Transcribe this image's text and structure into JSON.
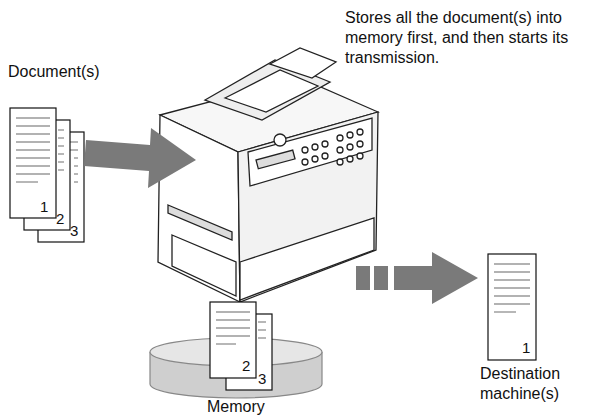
{
  "diagram": {
    "labels": [
      "Stores all the document(s) into memory first, and then starts its transmission.",
      "Document(s)",
      "1",
      "2",
      "3",
      "2",
      "3",
      "1",
      "Destination machine(s)",
      "Memory"
    ]
  }
}
